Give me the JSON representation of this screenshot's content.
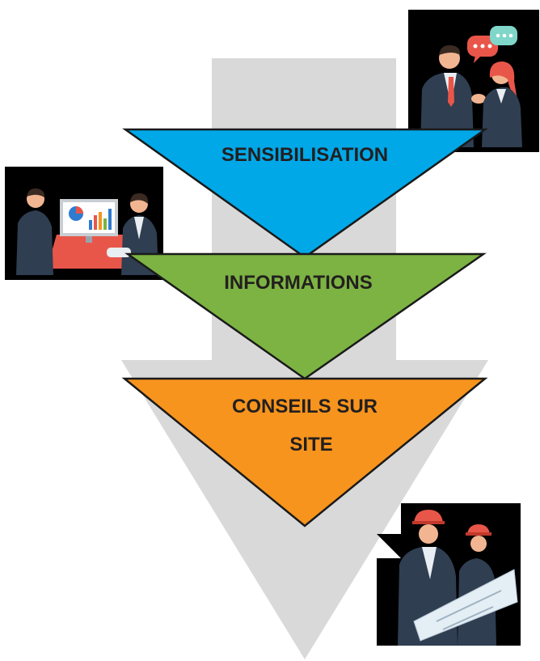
{
  "stages": [
    {
      "label": "SENSIBILISATION",
      "color": "#00a8e8"
    },
    {
      "label": "INFORMATIONS",
      "color": "#7cb342"
    },
    {
      "label_line1": "CONSEILS SUR",
      "label_line2": "SITE",
      "color": "#f7941d"
    }
  ],
  "colors": {
    "arrow": "#d9d9d9",
    "outline": "#1a1a1a",
    "photo_background": "#000000"
  },
  "icons": [
    "conversation-icon",
    "meeting-presentation-icon",
    "engineers-blueprint-icon"
  ]
}
